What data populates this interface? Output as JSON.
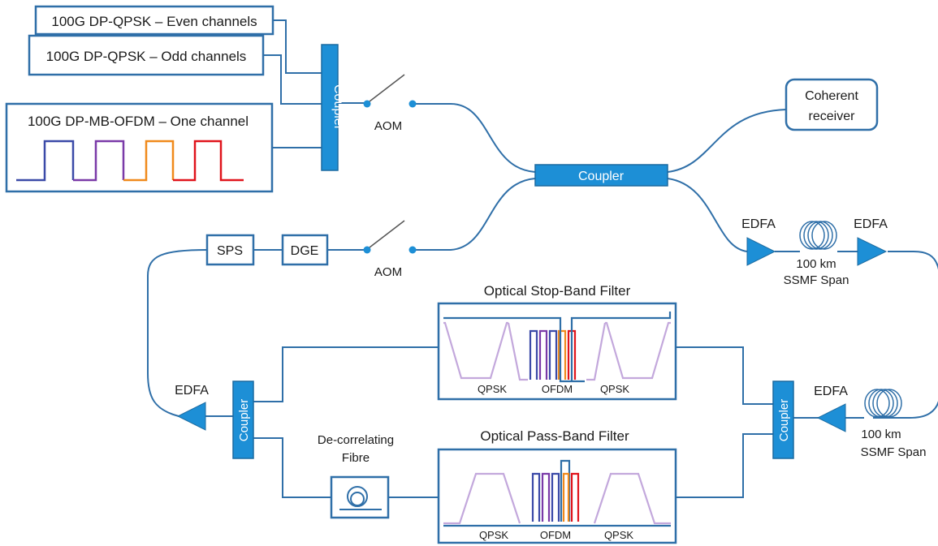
{
  "transmitters": {
    "even": "100G DP-QPSK – Even channels",
    "odd": "100G DP-QPSK – Odd channels",
    "ofdm": "100G DP-MB-OFDM – One channel"
  },
  "couplers": {
    "tx": "Coupler",
    "main": "Coupler",
    "loop_left": "Coupler",
    "loop_right": "Coupler"
  },
  "switches": {
    "aom_top": "AOM",
    "aom_bottom": "AOM"
  },
  "receiver": {
    "line1": "Coherent",
    "line2": "receiver"
  },
  "blocks": {
    "sps": "SPS",
    "dge": "DGE"
  },
  "amplifiers": {
    "edfa_1": "EDFA",
    "edfa_2": "EDFA",
    "edfa_3": "EDFA",
    "edfa_4": "EDFA"
  },
  "spans": {
    "top": {
      "line1": "100 km",
      "line2": "SSMF Span"
    },
    "bottom": {
      "line1": "100 km",
      "line2": "SSMF Span"
    }
  },
  "filters": {
    "stop_band": {
      "title": "Optical Stop-Band  Filter",
      "labels": [
        "QPSK",
        "OFDM",
        "QPSK"
      ]
    },
    "pass_band": {
      "title": "Optical Pass-Band  Filter",
      "labels": [
        "QPSK",
        "OFDM",
        "QPSK"
      ]
    }
  },
  "decorrelating": {
    "line1": "De-correlating",
    "line2": "Fibre"
  },
  "colors": {
    "wire": "#2f6fa8",
    "coupler": "#1d8fd6",
    "ofdm_blue": "#3b4aa8",
    "ofdm_purple": "#7a3aa8",
    "ofdm_orange": "#f08a1c",
    "ofdm_red": "#e0141c",
    "qpsk_lilac": "#c3a8dc"
  }
}
